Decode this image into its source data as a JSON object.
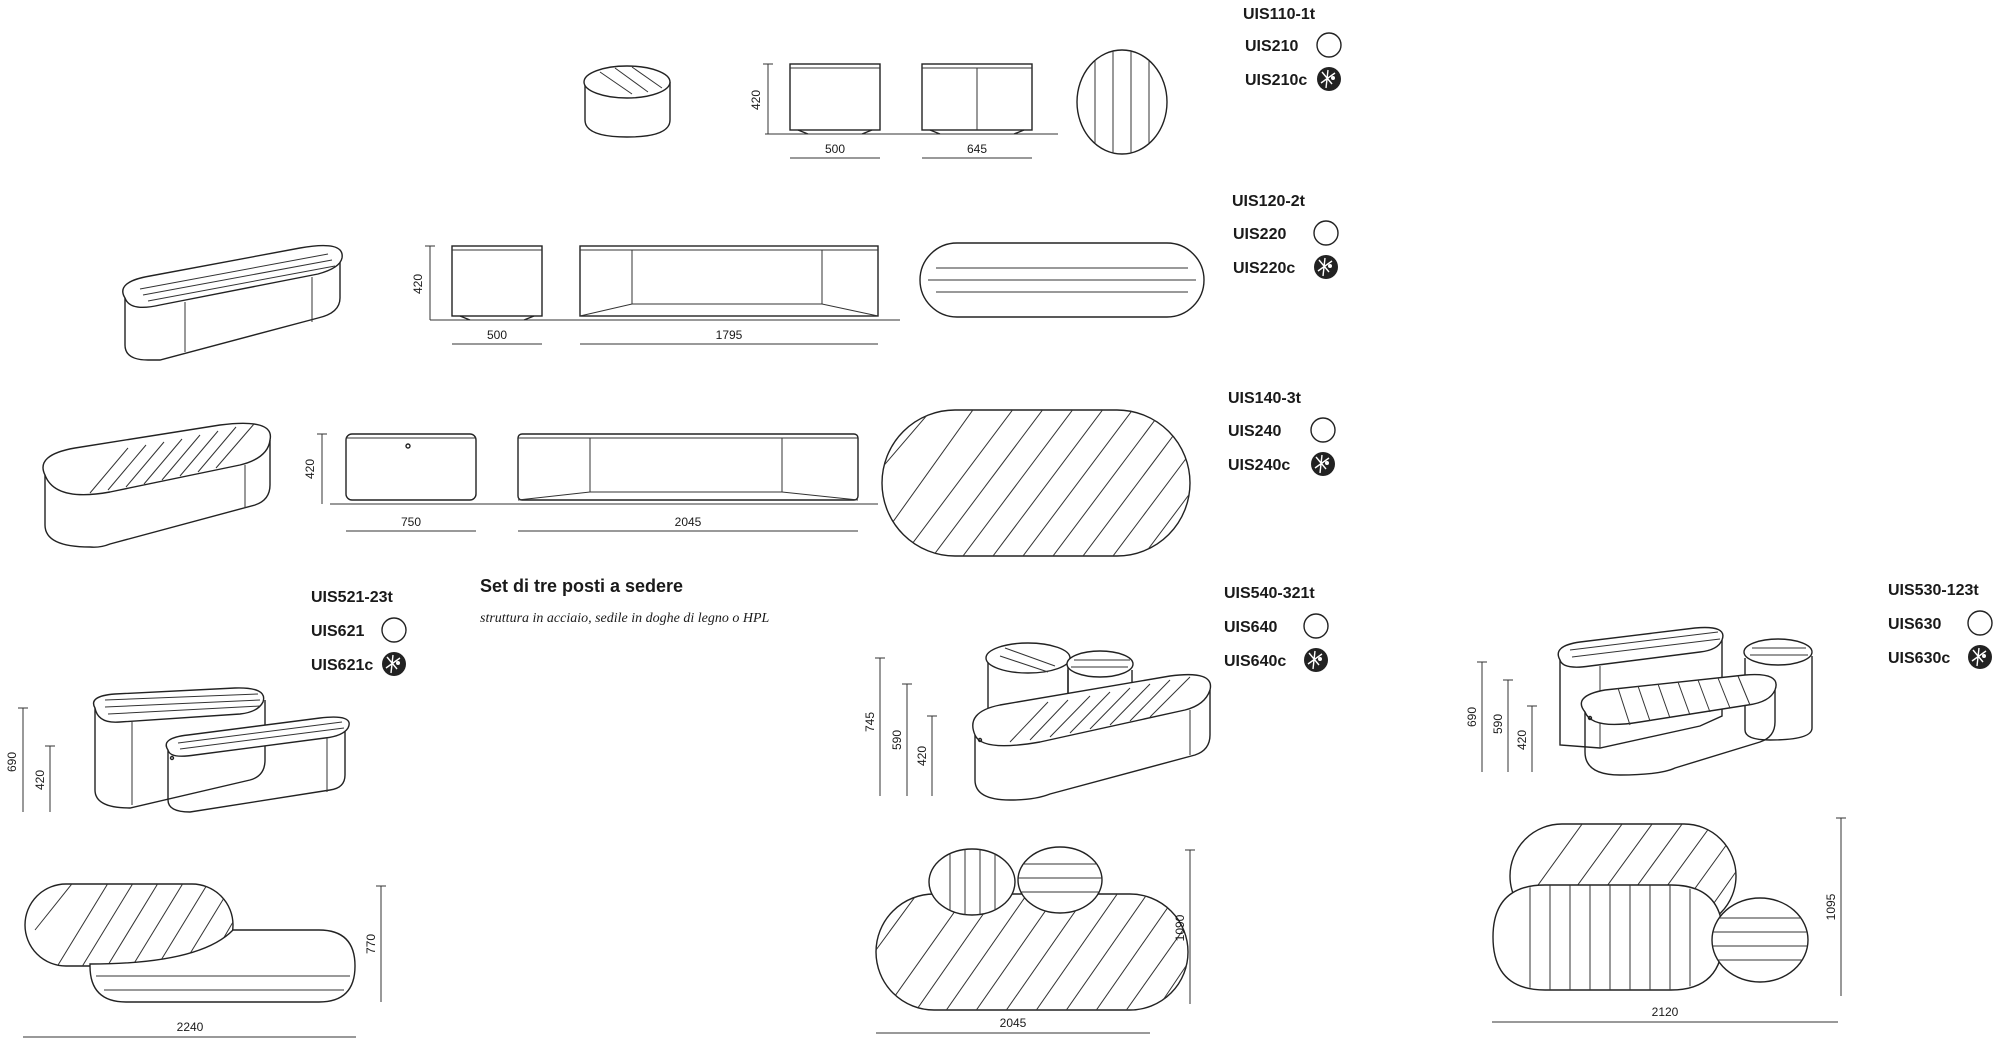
{
  "title": "Set di tre posti a sedere",
  "subtitle": "struttura in acciaio, sedile in doghe di legno o HPL",
  "rows": [
    {
      "model": "UIS110-1t",
      "options": [
        "UIS210",
        "UIS210c"
      ],
      "dims": [
        "420",
        "500",
        "645"
      ]
    },
    {
      "model": "UIS120-2t",
      "options": [
        "UIS220",
        "UIS220c"
      ],
      "dims": [
        "420",
        "500",
        "1795"
      ]
    },
    {
      "model": "UIS140-3t",
      "options": [
        "UIS240",
        "UIS240c"
      ],
      "dims": [
        "420",
        "750",
        "2045"
      ]
    }
  ],
  "sets": [
    {
      "model": "UIS521-23t",
      "options": [
        "UIS621",
        "UIS621c"
      ],
      "heights": [
        "690",
        "420"
      ],
      "plan": [
        "770",
        "2240"
      ]
    },
    {
      "model": "UIS540-321t",
      "options": [
        "UIS640",
        "UIS640c"
      ],
      "heights": [
        "745",
        "590",
        "420"
      ],
      "plan": [
        "1090",
        "2045"
      ]
    },
    {
      "model": "UIS530-123t",
      "options": [
        "UIS630",
        "UIS630c"
      ],
      "heights": [
        "690",
        "590",
        "420"
      ],
      "plan": [
        "1095",
        "2120"
      ]
    }
  ],
  "colors": {
    "line": "#222222",
    "background": "#ffffff"
  }
}
